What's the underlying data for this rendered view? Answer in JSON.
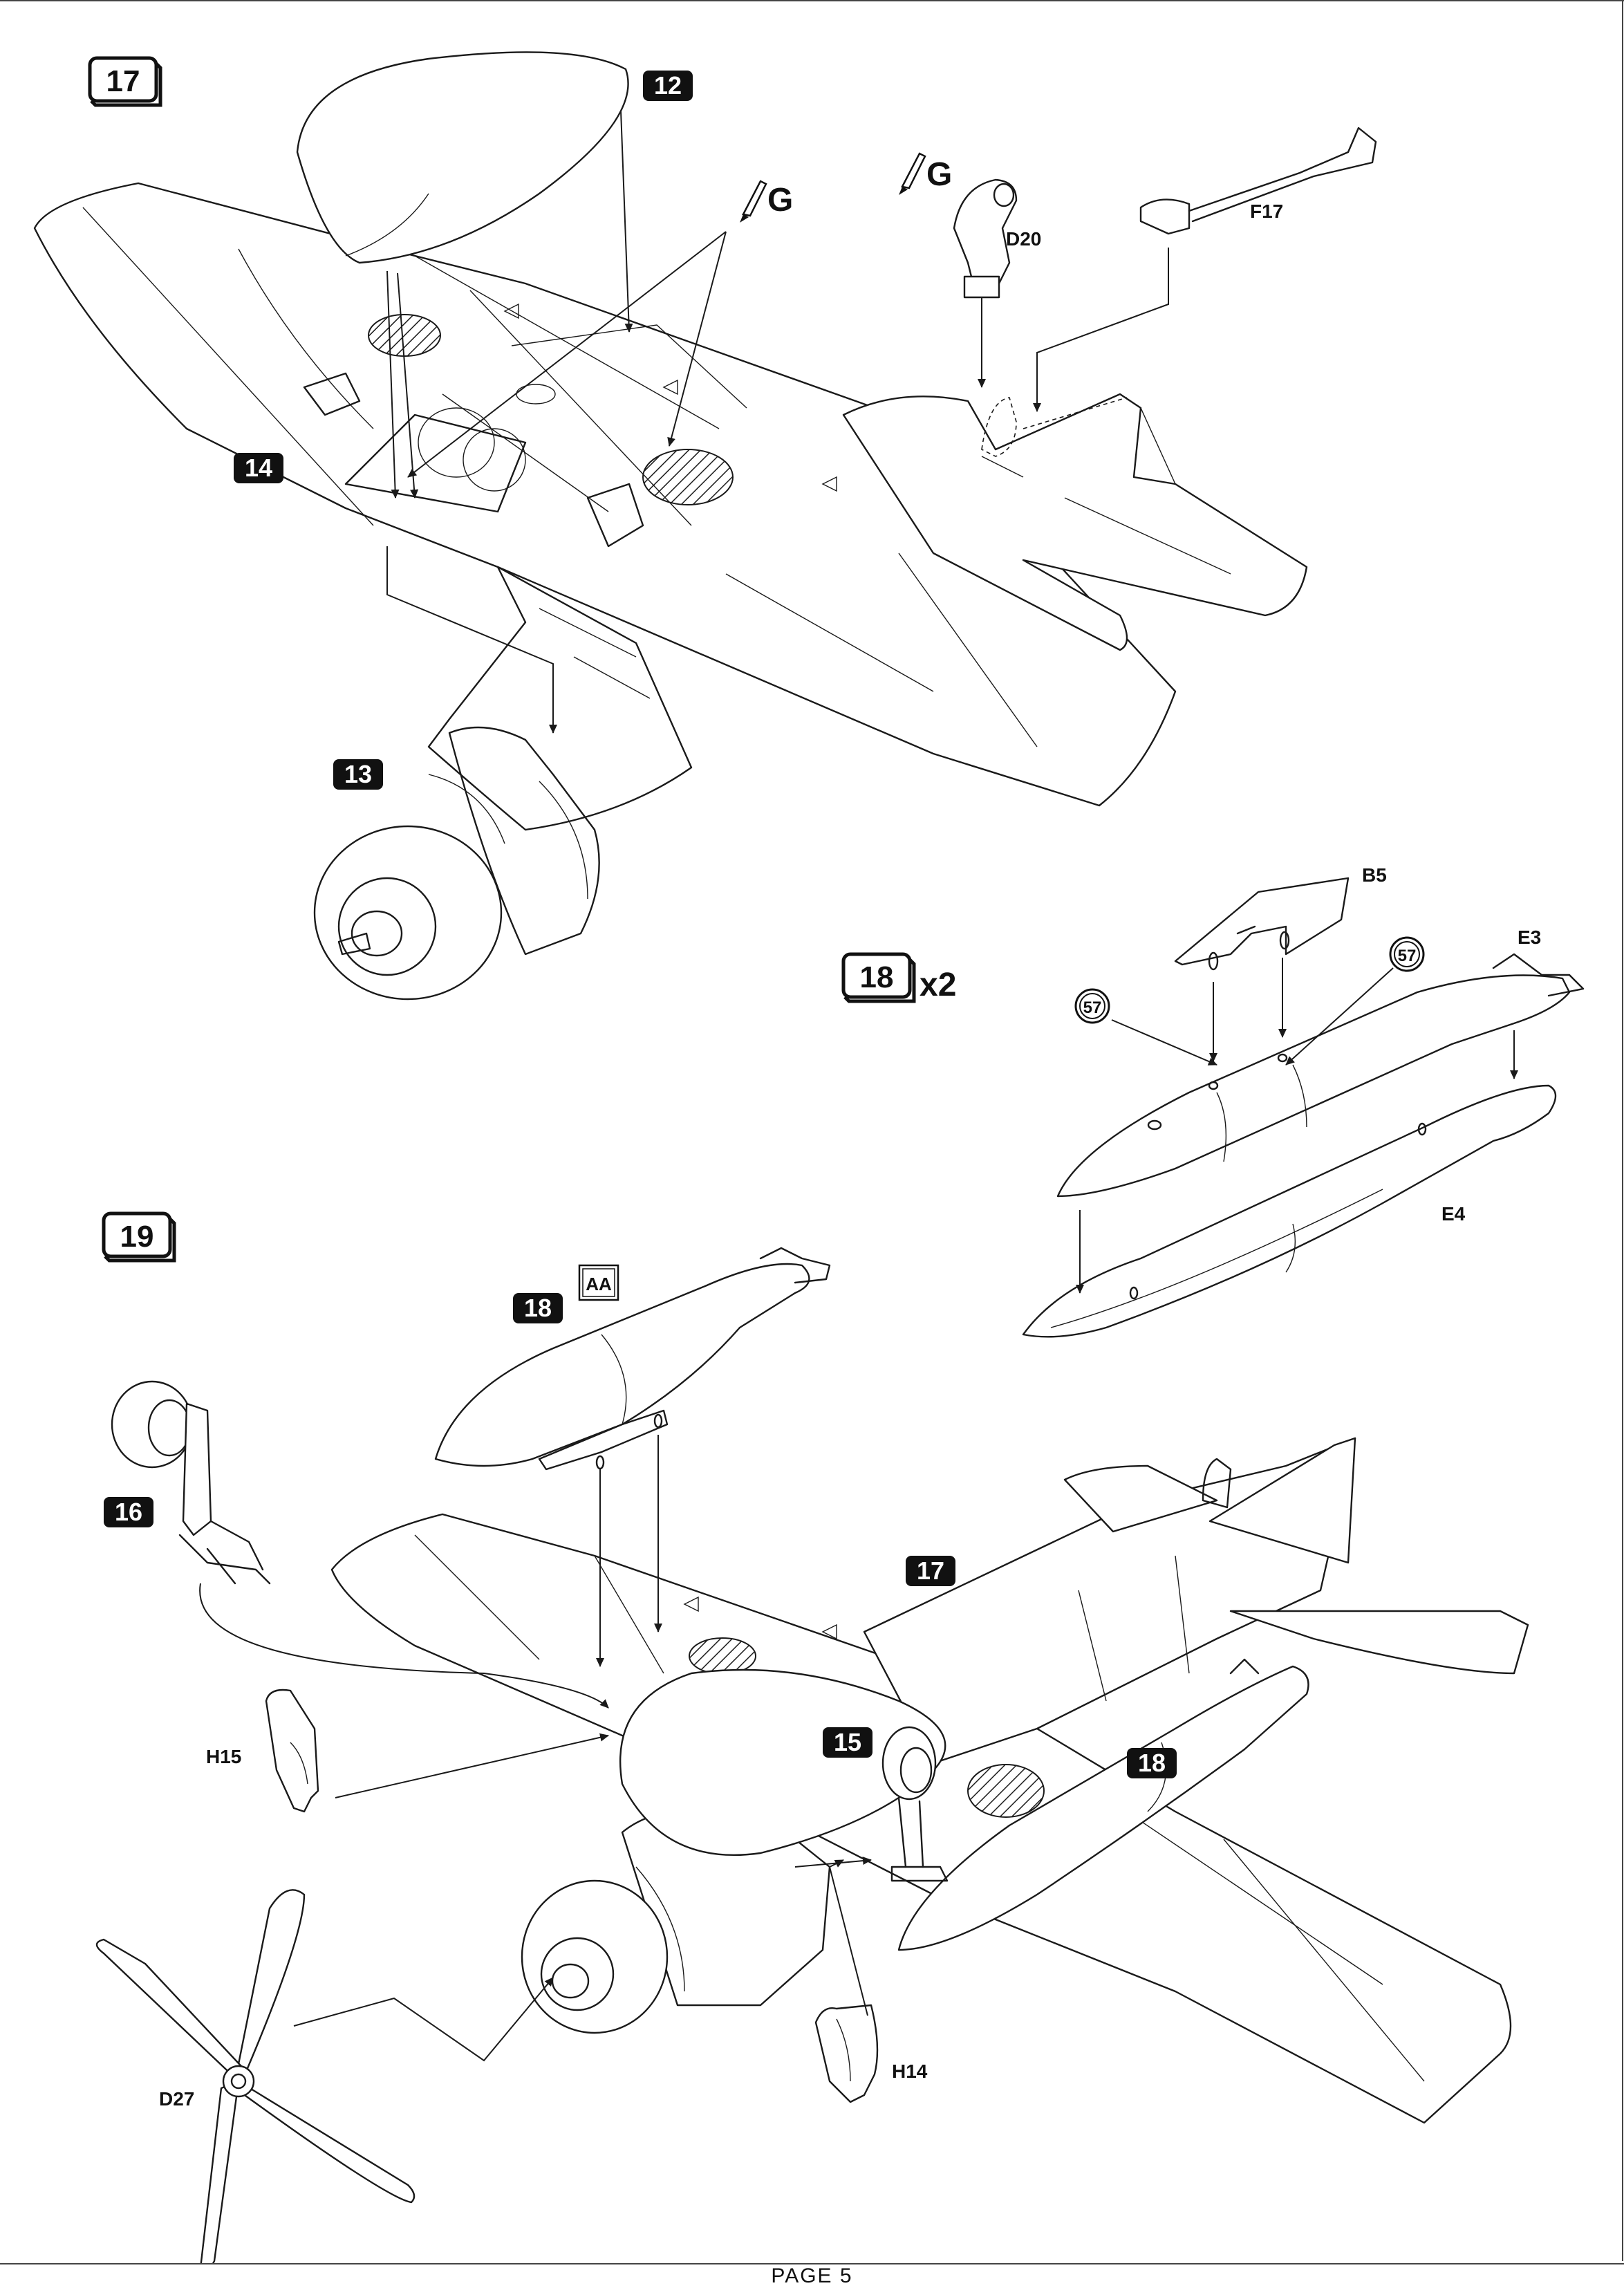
{
  "page": {
    "footer": "PAGE 5"
  },
  "steps": {
    "s17": "17",
    "s18": "18",
    "s18_multiplier": "x2",
    "s19": "19"
  },
  "sub_steps": {
    "c12": "12",
    "c13": "13",
    "c14": "14",
    "c15": "15",
    "c16": "16",
    "c17": "17",
    "c18a": "18",
    "c18b": "18"
  },
  "parts": {
    "d20": "D20",
    "f17": "F17",
    "b5": "B5",
    "e3": "E3",
    "e4": "E4",
    "h15": "H15",
    "h14": "H14",
    "d27": "D27"
  },
  "paint": {
    "g1": "G",
    "g2": "G"
  },
  "decals": {
    "d57a": "57",
    "d57b": "57",
    "aa_symbol": "AA"
  }
}
